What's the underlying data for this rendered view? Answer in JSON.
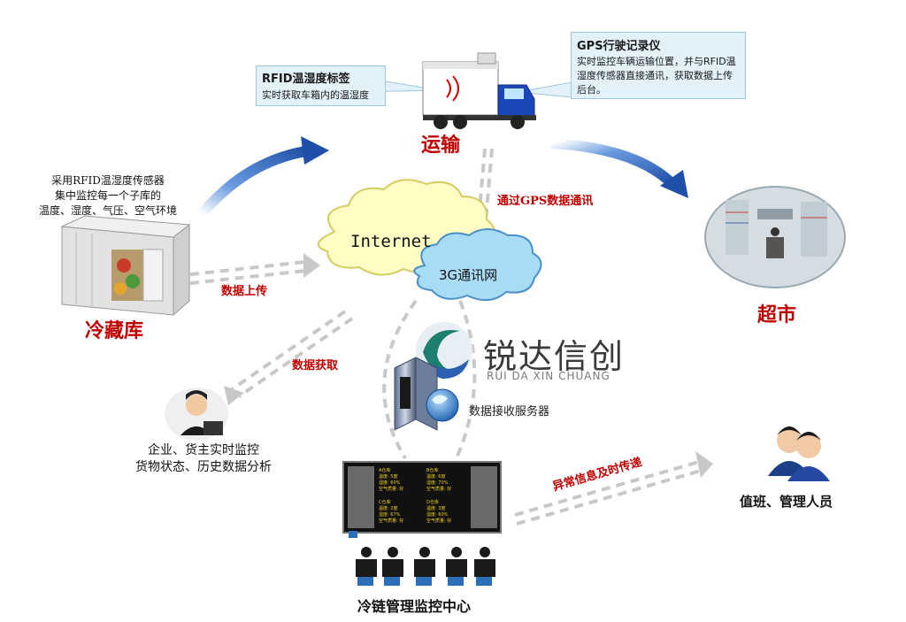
{
  "transport": {
    "label": "运输",
    "rfid_callout": {
      "title": "RFID温湿度标签",
      "body": "实时获取车箱内的温湿度"
    },
    "gps_callout": {
      "title": "GPS行驶记录仪",
      "body": [
        "实时监控车辆运输位置，并与RFID温",
        "湿度传感器直接通讯，获取数据上传",
        "后台。"
      ]
    }
  },
  "cold_storage": {
    "label": "冷藏库",
    "desc": [
      "采用RFID温湿度传感器",
      "集中监控每一个子库的",
      "温度、湿度、气压、空气环境"
    ]
  },
  "supermarket": {
    "label": "超市"
  },
  "network": {
    "internet": "Internet",
    "mobile": "3G通讯网"
  },
  "links": {
    "gps": "通过GPS数据通讯",
    "upload": "数据上传",
    "fetch": "数据获取",
    "alert": "异常信息及时传递"
  },
  "brand": {
    "name": "锐达信创",
    "pinyin": "RUI DA XIN CHUANG"
  },
  "server": {
    "label": "数据接收服务器"
  },
  "enterprise": {
    "desc": [
      "企业、货主实时监控",
      "货物状态、历史数据分析"
    ]
  },
  "monitor_center": {
    "label": "冷链管理监控中心",
    "panels": [
      {
        "title": "A仓库",
        "lines": [
          "温度: 5度",
          "湿度: 60%",
          "空气质量: 好"
        ]
      },
      {
        "title": "B仓库",
        "lines": [
          "温度: 6度",
          "湿度: 70%",
          "空气质量: 好"
        ]
      },
      {
        "title": "C仓库",
        "lines": [
          "温度: 2度",
          "湿度: 67%",
          "空气质量: 好"
        ]
      },
      {
        "title": "D仓库",
        "lines": [
          "温度: 3度",
          "湿度: 60%",
          "空气质量: 好"
        ]
      }
    ]
  },
  "staff": {
    "label": "值班、管理人员"
  },
  "colors": {
    "accent_red": "#c00000",
    "arrow_blue": "#2a63b8",
    "callout_bg": "#e3f1fb",
    "cloud_yellow": "#fffcc4",
    "cloud_blue": "#a8dcf5"
  }
}
